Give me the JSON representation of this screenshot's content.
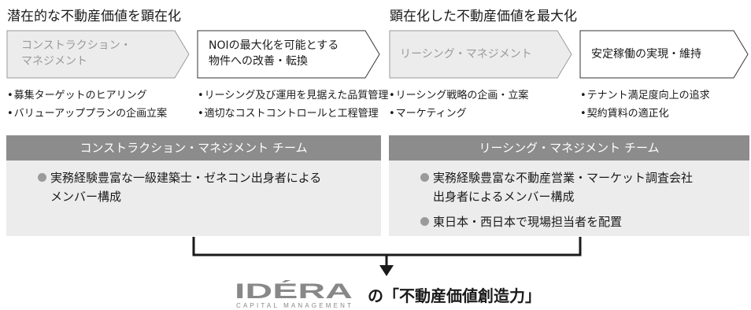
{
  "left_section": {
    "title": "潜在的な不動産価値を顕在化",
    "chevrons": [
      {
        "lines": [
          "コンストラクション・",
          "マネジメント"
        ]
      },
      {
        "lines": [
          "NOIの最大化を可能とする",
          "物件への改善・転換"
        ]
      }
    ],
    "bullets_1": [
      "募集ターゲットのヒアリング",
      "バリューアッププランの企画立案"
    ],
    "bullets_2": [
      "リーシング及び運用を見据えた品質管理",
      "適切なコストコントロールと工程管理"
    ],
    "team": {
      "title": "コンストラクション・マネジメント チーム",
      "items": [
        {
          "lines": [
            "実務経験豊富な一級建築士・ゼネコン出身者による",
            "メンバー構成"
          ]
        }
      ]
    }
  },
  "right_section": {
    "title": "顕在化した不動産価値を最大化",
    "chevrons": [
      {
        "lines": [
          "リーシング・マネジメント"
        ]
      },
      {
        "lines": [
          "安定稼働の実現・維持"
        ]
      }
    ],
    "bullets_1": [
      "リーシング戦略の企画・立案",
      "マーケティング"
    ],
    "bullets_2": [
      "テナント満足度向上の追求",
      "契約賃料の適正化"
    ],
    "team": {
      "title": "リーシング・マネジメント チーム",
      "items": [
        {
          "lines": [
            "実務経験豊富な不動産営業・マーケット調査会社",
            "出身者によるメンバー構成"
          ]
        },
        {
          "lines": [
            "東日本・西日本で現場担当者を配置"
          ]
        }
      ]
    }
  },
  "footer": {
    "logo_text": "IDÉRA",
    "logo_subtext": "CAPITAL MANAGEMENT",
    "tagline": "の「不動産価値創造力」"
  },
  "colors": {
    "grey_text": "#9a9a9a",
    "team_header": "#8c8c8c",
    "team_body": "#ececec",
    "dark": "#1a1a1a"
  }
}
